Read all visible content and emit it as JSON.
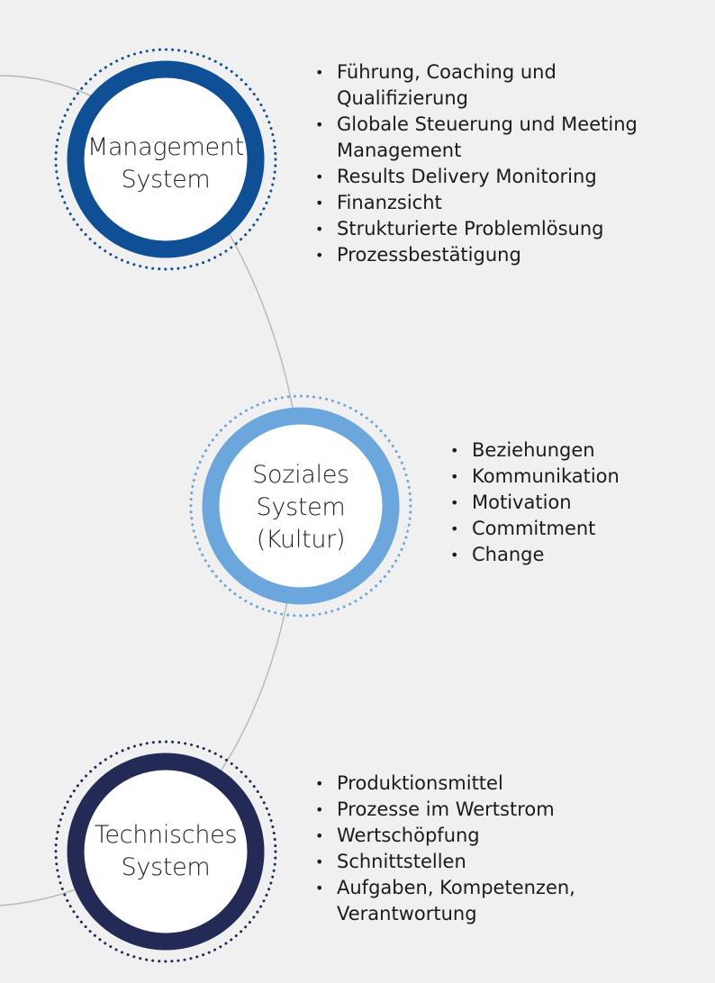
{
  "colors": {
    "background": "#f0f0f0",
    "connector": "#b7b7b7",
    "management": "#0e4f95",
    "social": "#6ba6dc",
    "technical": "#232a55"
  },
  "nodes": [
    {
      "id": "management",
      "title_lines": [
        "Management",
        "System"
      ],
      "color": "#0e4f95",
      "items": [
        "Führung, Coaching und Qualifizierung",
        "Globale Steuerung und Meeting Management",
        "Results Delivery Monitoring",
        "Finanzsicht",
        "Strukturierte Problemlösung",
        "Prozessbestätigung"
      ]
    },
    {
      "id": "social",
      "title_lines": [
        "Soziales",
        "System",
        "(Kultur)"
      ],
      "color": "#6ba6dc",
      "items": [
        "Beziehungen",
        "Kommunikation",
        "Motivation",
        "Commitment",
        "Change"
      ]
    },
    {
      "id": "technical",
      "title_lines": [
        "Technisches",
        "System"
      ],
      "color": "#232a55",
      "items": [
        "Produktionsmittel",
        "Prozesse im Wertstrom",
        "Wertschöpfung",
        "Schnittstellen",
        "Aufgaben, Kompetenzen, Verantwortung"
      ]
    }
  ]
}
